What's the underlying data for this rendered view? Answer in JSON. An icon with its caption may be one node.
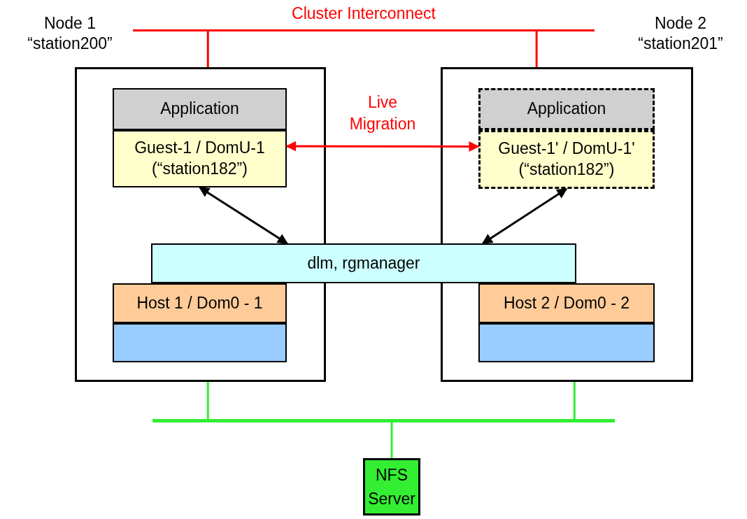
{
  "diagram": {
    "nodes": [
      {
        "text": [
          "Node 1 “station200”"
        ]
      },
      {
        "text": [
          "Application"
        ],
        "in": 0
      },
      {
        "text": [
          "Guest-1 / DomU-1 (“station182”)"
        ],
        "in": 0
      },
      {
        "text": [
          "Host 1 / Dom0 - 1"
        ],
        "in": 0
      },
      {
        "text": [],
        "shape": "box",
        "in": 0
      },
      {
        "text": [
          "Node 2 “station201”"
        ]
      },
      {
        "text": [
          "Application"
        ],
        "in": 5
      },
      {
        "text": [
          "Guest-1' / DomU-1' (“station182”)"
        ],
        "in": 5
      },
      {
        "text": [
          "Host 2 / Dom0 - 2"
        ],
        "in": 5
      },
      {
        "text": [],
        "shape": "box",
        "in": 5
      },
      {
        "text": [
          "dlm, rgmanager"
        ]
      },
      {
        "text": [
          "Cluster Interconnect"
        ]
      },
      {
        "text": [],
        "shape": "bar"
      },
      {
        "text": [
          "NFS Server"
        ]
      }
    ],
    "edges": [
      {
        "from": 0,
        "to": 11,
        "arrow": "none",
        "color": "#ff0000"
      },
      {
        "from": 5,
        "to": 11,
        "arrow": "none",
        "color": "#ff0000"
      },
      {
        "from": 2,
        "to": 7,
        "arrow": "both",
        "label": "Live Migration",
        "color": "#ff0000"
      },
      {
        "from": 2,
        "to": 10,
        "arrow": "both",
        "color": "#000000"
      },
      {
        "from": 7,
        "to": 10,
        "arrow": "both",
        "color": "#000000"
      },
      {
        "from": 0,
        "to": 12,
        "arrow": "none",
        "color": "#33ee33"
      },
      {
        "from": 5,
        "to": 12,
        "arrow": "none",
        "color": "#33ee33"
      },
      {
        "from": 12,
        "to": 13,
        "arrow": "none",
        "color": "#33ee33"
      }
    ]
  }
}
